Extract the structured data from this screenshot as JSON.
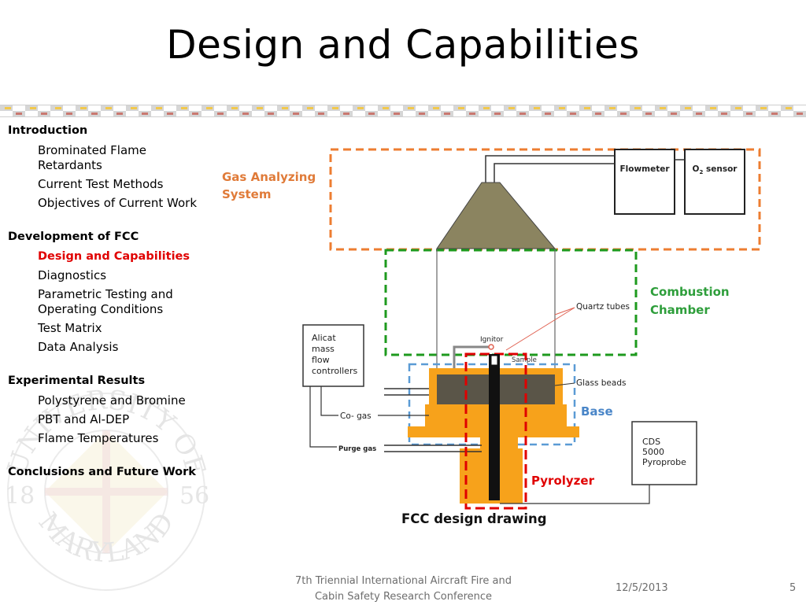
{
  "slide": {
    "title": "Design and Capabilities"
  },
  "sidebar": {
    "sections": [
      {
        "label": "Introduction",
        "items": [
          "Brominated Flame Retardants",
          "Current Test Methods",
          "Objectives of Current Work"
        ]
      },
      {
        "label": "Development of FCC",
        "items": [
          "Design and Capabilities",
          "Diagnostics",
          "Parametric Testing and Operating Conditions",
          "Test Matrix",
          "Data Analysis"
        ]
      },
      {
        "label": "Experimental Results",
        "items": [
          "Polystyrene and Bromine",
          "PBT and Al-DEP",
          "Flame Temperatures"
        ]
      },
      {
        "label": "Conclusions and Future Work",
        "items": []
      }
    ],
    "active_item": "Design and Capabilities"
  },
  "diagram": {
    "gas_analyzing_label_1": "Gas Analyzing",
    "gas_analyzing_label_2": "System",
    "flowmeter": "Flowmeter",
    "o2_sensor_prefix": "O",
    "o2_sensor_sub": "2",
    "o2_sensor_suffix": " sensor",
    "combustion_label_1": "Combustion",
    "combustion_label_2": "Chamber",
    "quartz_tubes": "Quartz tubes",
    "ignitor": "Ignitor",
    "sample": "Sample",
    "glass_beads": "Glass beads",
    "base_label": "Base",
    "pyrolyzer_label": "Pyrolyzer",
    "alicat_lines": [
      "Alicat",
      "mass",
      "flow",
      "controllers"
    ],
    "co_gas": "Co- gas",
    "purge_gas": "Purge gas",
    "cds_lines": [
      "CDS",
      "5000",
      "Pyroprobe"
    ],
    "caption": "FCC design drawing"
  },
  "seal": {
    "text_top": "UNIVERSITY OF",
    "text_bottom": "MARYLAND",
    "year_left": "18",
    "year_right": "56"
  },
  "footer": {
    "conference_line1": "7th Triennial International Aircraft Fire and",
    "conference_line2": "Cabin Safety Research Conference",
    "date": "12/5/2013",
    "slide_number": "5"
  },
  "colors": {
    "orange": "#ed7d31",
    "green": "#1e9a1e",
    "blue": "#5b9bd5",
    "red": "#e00000",
    "hood": "#8b8460",
    "base_orange": "#f7a21b",
    "label_orange": "#e07b39",
    "label_green": "#2e9e3b",
    "label_blue": "#4a86c8",
    "banner_gold": "#f2c94c",
    "banner_red": "#c0392b"
  }
}
